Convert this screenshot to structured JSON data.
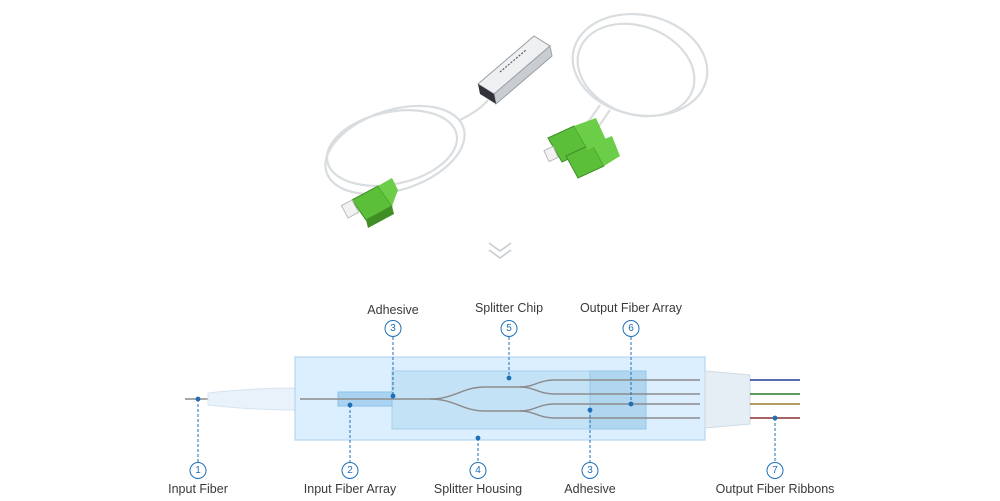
{
  "labels": {
    "adhesive_top": "Adhesive",
    "splitter_chip": "Splitter Chip",
    "output_fiber_array": "Output Fiber Array",
    "input_fiber": "Input Fiber",
    "input_fiber_array": "Input Fiber Array",
    "splitter_housing": "Splitter Housing",
    "adhesive_bottom": "Adhesive",
    "output_fiber_ribbons": "Output Fiber Ribbons"
  },
  "numbers": {
    "adhesive_top": "3",
    "splitter_chip": "5",
    "output_fiber_array": "6",
    "input_fiber": "1",
    "input_fiber_array": "2",
    "splitter_housing": "4",
    "adhesive_bottom": "3",
    "output_fiber_ribbons": "7"
  },
  "colors": {
    "accent": "#1e6fb8",
    "connector_green": "#5bbf3a",
    "housing_fill": "#dcefff",
    "chip_fill": "#b9dcf3",
    "ribbon_colors": [
      "#1f3f8f",
      "#2a7a2a",
      "#9a7b2a",
      "#8a3030"
    ]
  },
  "icons": {
    "scroll_hint": "double-chevron-down-icon"
  }
}
